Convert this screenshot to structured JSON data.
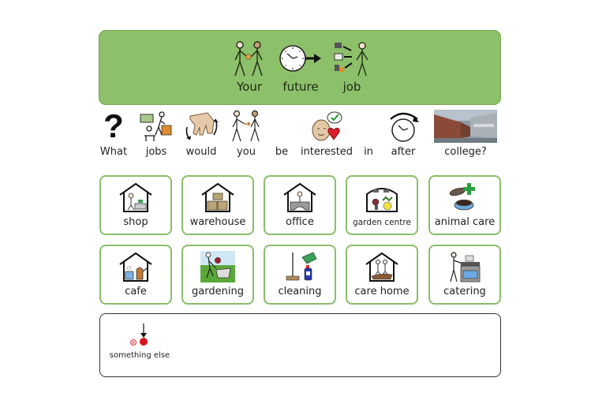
{
  "header": {
    "words": [
      {
        "label": "Your",
        "icon": "two-people-handing-icon"
      },
      {
        "label": "future",
        "icon": "clock-arrow-icon"
      },
      {
        "label": "job",
        "icon": "jobs-to-person-icon"
      }
    ],
    "background": "#8dc06a"
  },
  "question": {
    "words": [
      {
        "label": "What",
        "icon": "question-mark-icon"
      },
      {
        "label": "jobs",
        "icon": "jobs-icon"
      },
      {
        "label": "would",
        "icon": "hand-would-icon"
      },
      {
        "label": "you",
        "icon": "person-pointing-icon"
      },
      {
        "label": "be",
        "icon": ""
      },
      {
        "label": "interested",
        "icon": "interested-face-heart-icon"
      },
      {
        "label": "in",
        "icon": ""
      },
      {
        "label": "after",
        "icon": "clock-after-icon"
      },
      {
        "label": "college?",
        "icon": "college-building-photo"
      }
    ]
  },
  "options": {
    "row1": [
      {
        "label": "shop",
        "icon": "shop-house-icon"
      },
      {
        "label": "warehouse",
        "icon": "warehouse-boxes-icon"
      },
      {
        "label": "office",
        "icon": "office-desk-icon"
      },
      {
        "label": "garden centre",
        "icon": "garden-centre-icon"
      },
      {
        "label": "animal care",
        "icon": "animal-care-icon"
      }
    ],
    "row2": [
      {
        "label": "cafe",
        "icon": "cafe-house-icon"
      },
      {
        "label": "gardening",
        "icon": "gardening-icon"
      },
      {
        "label": "cleaning",
        "icon": "cleaning-icon"
      },
      {
        "label": "care home",
        "icon": "care-home-icon"
      },
      {
        "label": "catering",
        "icon": "catering-stove-icon"
      }
    ],
    "border_color": "#8bbd6b"
  },
  "other": {
    "label": "something else",
    "icon": "something-else-icon"
  }
}
